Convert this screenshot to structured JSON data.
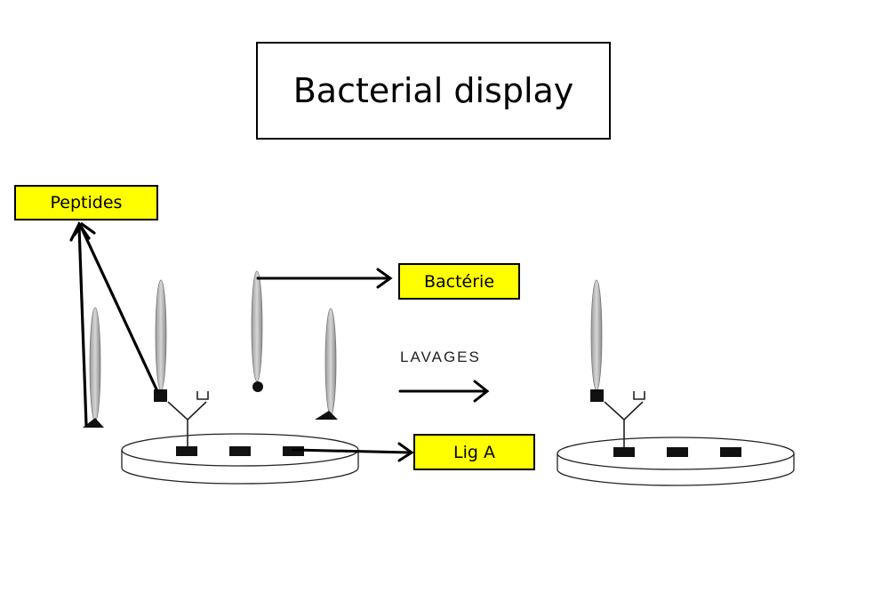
{
  "title": "Bacterial display",
  "labels": {
    "peptides": "Peptides",
    "bacterie": "Bactérie",
    "lig_a": "Lig A"
  },
  "step_label": "LAVAGES",
  "colors": {
    "label_fill": "#ffff00",
    "outline": "#000000",
    "bacterium_fill": "#bdbdbd"
  }
}
